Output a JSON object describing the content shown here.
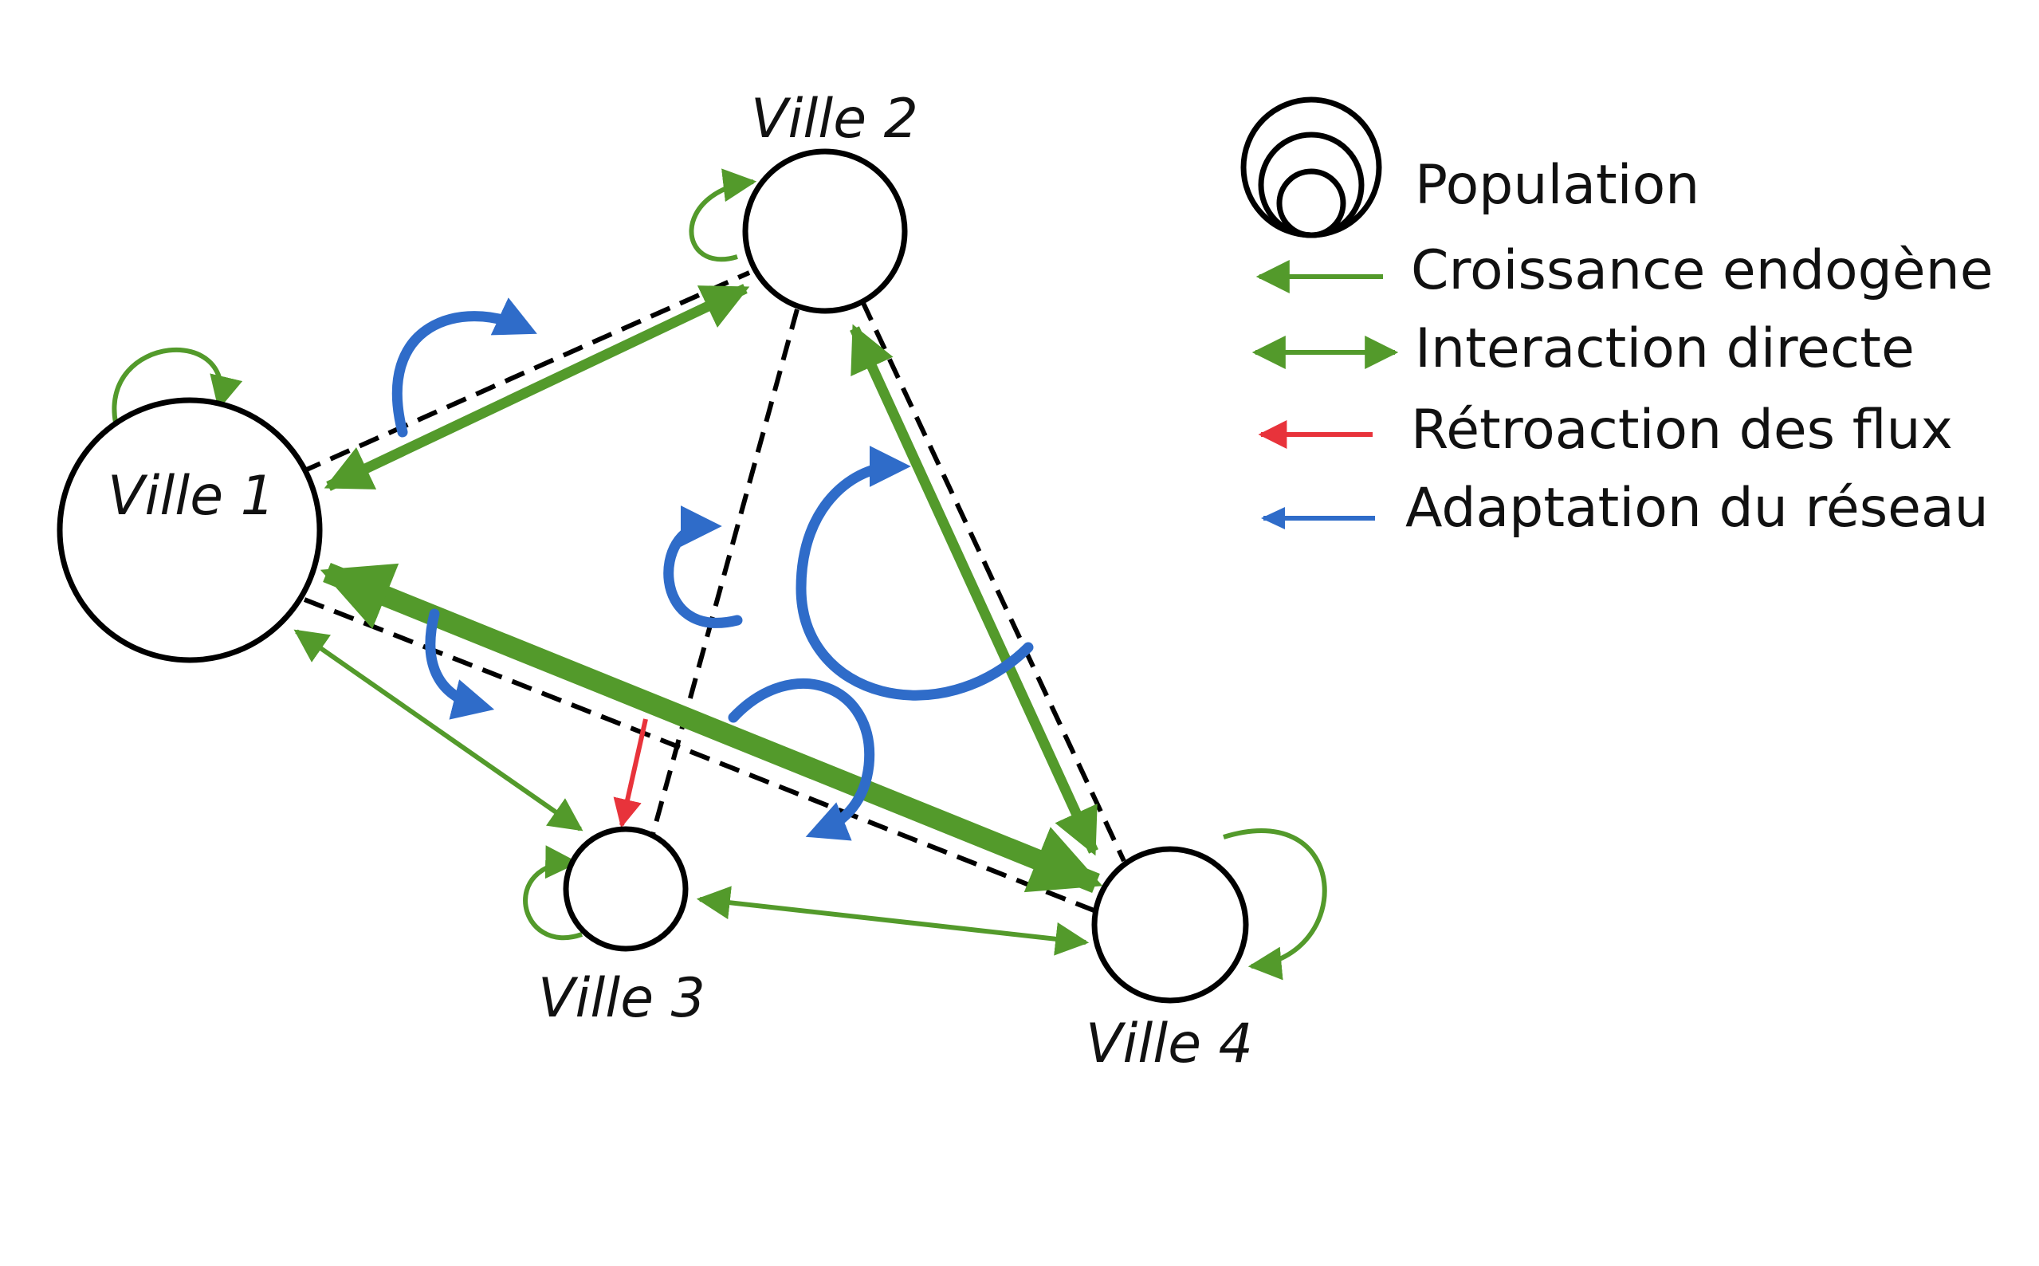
{
  "colors": {
    "endogenous": "#539a2b",
    "flux": "#e8333b",
    "network": "#2f6cc9",
    "road": "#000000",
    "node_stroke": "#000000",
    "background": "#ffffff"
  },
  "cities": {
    "v1": {
      "label": "Ville 1"
    },
    "v2": {
      "label": "Ville 2"
    },
    "v3": {
      "label": "Ville 3"
    },
    "v4": {
      "label": "Ville 4"
    }
  },
  "legend": {
    "population": "Population",
    "endogenous": "Croissance endogène",
    "interaction": "Interaction directe",
    "flux": "Rétroaction des flux",
    "network": "Adaptation du réseau"
  }
}
